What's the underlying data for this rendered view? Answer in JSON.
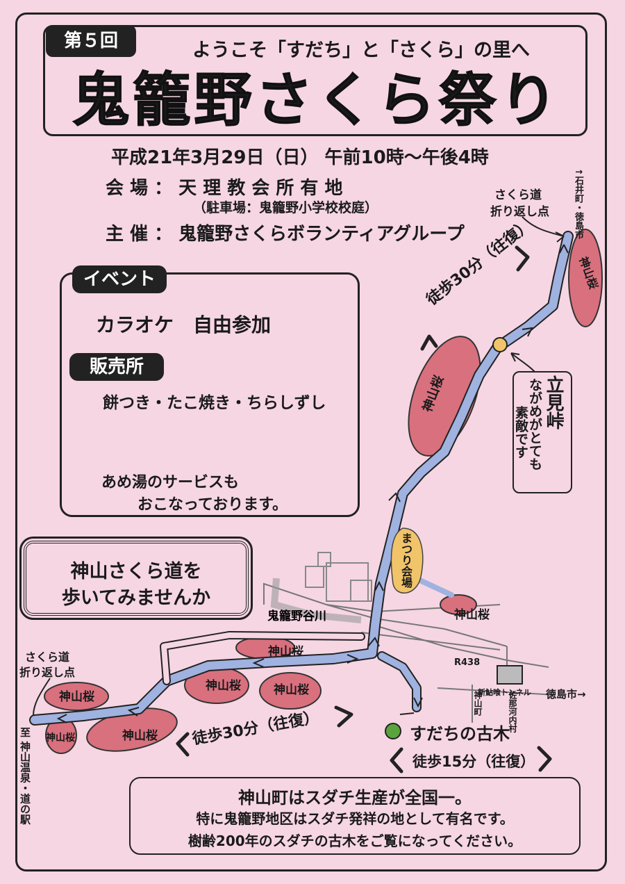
{
  "header": {
    "edition": "第５回",
    "subtitle": "ようこそ「すだち」と「さくら」の里へ",
    "title": "鬼籠野さくら祭り"
  },
  "info": {
    "date": "平成21年3月29日（日） 午前10時～午後4時",
    "venue": "会 場 ： 天 理 教 会 所 有 地",
    "parking": "（駐車場：鬼籠野小学校校庭）",
    "organizer": "主 催 ： 鬼籠野さくらボランティアグループ"
  },
  "events": {
    "event_tag": "イベント",
    "event_item": "カラオケ　自由参加",
    "shop_tag": "販売所",
    "shop_items": "餅つき・たこ焼き・ちらしずし",
    "service_line1": "あめ湯のサービスも",
    "service_line2": "おこなっております。"
  },
  "walk_box": {
    "line1": "神山さくら道を",
    "line2": "歩いてみませんか"
  },
  "map": {
    "dir_top": "↑石井町・徳島市",
    "turn_top_1": "さくら道",
    "turn_top_2": "折り返し点",
    "turn_left_1": "さくら道",
    "turn_left_2": "折り返し点",
    "walk_30_upper": "徒歩30分（往復）",
    "walk_30_lower": "徒歩30分（往復）",
    "walk_15": "徒歩15分（往復）",
    "kamiyama_sakura": "神山桜",
    "festival_venue": "まつり会場",
    "river": "鬼籠野谷川",
    "route": "R438",
    "tunnel": "新鮎喰トンネル",
    "town_west": "神山町",
    "town_east": "佐那河内村",
    "dir_east": "徳島市→",
    "dir_west": "至 神山温泉・道の駅",
    "sudachi_tree": "すだちの古木",
    "pass_name": "立見峠",
    "pass_desc_1": "ながめがとても",
    "pass_desc_2": "素敵です"
  },
  "bottom": {
    "line1": "神山町はスダチ生産が全国一。",
    "line2": "特に鬼籠野地区はスダチ発祥の地として有名です。",
    "line3": "樹齢200年のスダチの古木をご覧になってください。"
  },
  "colors": {
    "background": "#f6d6e3",
    "road": "#9fb2e0",
    "sakura_area": "#d9707e",
    "venue": "#f1c46a",
    "sudachi": "#5aa33d"
  }
}
